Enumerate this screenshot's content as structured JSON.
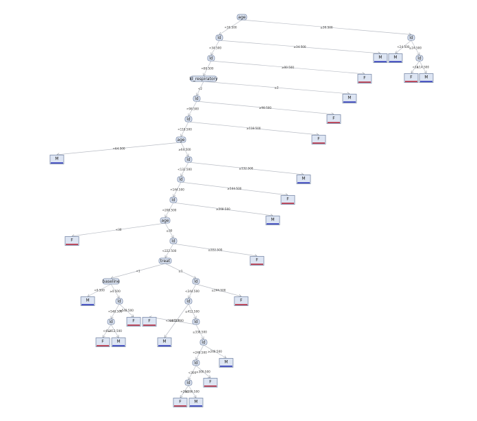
{
  "tree": {
    "nodes": [
      {
        "id": "n1",
        "label": "age"
      },
      {
        "id": "n2",
        "label": "ld"
      },
      {
        "id": "n3",
        "label": "ld"
      },
      {
        "id": "n4",
        "label": "ld_respiratory"
      },
      {
        "id": "n5",
        "label": "ld"
      },
      {
        "id": "n6",
        "label": "ld"
      },
      {
        "id": "n7",
        "label": "age"
      },
      {
        "id": "n8",
        "label": "ld"
      },
      {
        "id": "n9",
        "label": "ld"
      },
      {
        "id": "n10",
        "label": "ld"
      },
      {
        "id": "n11",
        "label": "age"
      },
      {
        "id": "n12",
        "label": "ld"
      },
      {
        "id": "n13",
        "label": "treat"
      },
      {
        "id": "n14",
        "label": "baseline"
      },
      {
        "id": "n15",
        "label": "ld"
      },
      {
        "id": "n16",
        "label": "ld"
      },
      {
        "id": "n17",
        "label": "ld"
      },
      {
        "id": "n18",
        "label": "ld"
      },
      {
        "id": "n19",
        "label": "ld"
      },
      {
        "id": "n20",
        "label": "ld"
      },
      {
        "id": "n21",
        "label": "ld"
      },
      {
        "id": "n22",
        "label": "ld"
      },
      {
        "id": "n23",
        "label": "ld"
      }
    ],
    "leaves": [
      {
        "id": "l1",
        "label": "M",
        "class": "M"
      },
      {
        "id": "l2",
        "label": "F",
        "class": "F"
      },
      {
        "id": "l3",
        "label": "F",
        "class": "F"
      },
      {
        "id": "l4",
        "label": "M",
        "class": "M"
      },
      {
        "id": "l5",
        "label": "F",
        "class": "F"
      },
      {
        "id": "l6",
        "label": "M",
        "class": "M"
      },
      {
        "id": "l7",
        "label": "M",
        "class": "M"
      },
      {
        "id": "l8",
        "label": "F",
        "class": "F"
      },
      {
        "id": "l9",
        "label": "M",
        "class": "M"
      },
      {
        "id": "l10",
        "label": "F",
        "class": "F"
      },
      {
        "id": "l11",
        "label": "M",
        "class": "M"
      },
      {
        "id": "l12",
        "label": "F",
        "class": "F"
      },
      {
        "id": "l13",
        "label": "F",
        "class": "F"
      },
      {
        "id": "l14",
        "label": "M",
        "class": "M"
      },
      {
        "id": "l15",
        "label": "F",
        "class": "F"
      },
      {
        "id": "l16",
        "label": "F",
        "class": "F"
      },
      {
        "id": "l17",
        "label": "F",
        "class": "F"
      },
      {
        "id": "l18",
        "label": "F",
        "class": "F"
      },
      {
        "id": "l19",
        "label": "M",
        "class": "M"
      },
      {
        "id": "l20",
        "label": "F",
        "class": "F"
      },
      {
        "id": "l21",
        "label": "M",
        "class": "M"
      },
      {
        "id": "l22",
        "label": "M",
        "class": "M"
      },
      {
        "id": "l23",
        "label": "M",
        "class": "M"
      },
      {
        "id": "l24",
        "label": "F",
        "class": "F"
      },
      {
        "id": "l25",
        "label": "F",
        "class": "F"
      },
      {
        "id": "l26",
        "label": "M",
        "class": "M"
      }
    ],
    "edges": [
      {
        "from": "n1",
        "to": "n2",
        "label": "<30.500"
      },
      {
        "from": "n1",
        "to": "n16",
        "label": "≥30.500"
      },
      {
        "from": "n16",
        "to": "l22",
        "label": "<24.500"
      },
      {
        "from": "n16",
        "to": "n17",
        "label": "≥24.500"
      },
      {
        "from": "n17",
        "to": "l24",
        "label": "<14"
      },
      {
        "from": "n17",
        "to": "l23",
        "label": "≥14.500"
      },
      {
        "from": "n2",
        "to": "n3",
        "label": "<34.500"
      },
      {
        "from": "n2",
        "to": "l21",
        "label": "≥34.500"
      },
      {
        "from": "n3",
        "to": "n4",
        "label": "<80.500"
      },
      {
        "from": "n3",
        "to": "l20",
        "label": "≥80.500"
      },
      {
        "from": "n4",
        "to": "n5",
        "label": "<2"
      },
      {
        "from": "n4",
        "to": "l19",
        "label": "≥2"
      },
      {
        "from": "n5",
        "to": "n6",
        "label": "<98.500"
      },
      {
        "from": "n5",
        "to": "l18",
        "label": "≥98.500"
      },
      {
        "from": "n6",
        "to": "n7",
        "label": "<118.500"
      },
      {
        "from": "n6",
        "to": "l17",
        "label": "≥118.500"
      },
      {
        "from": "n7",
        "to": "l1",
        "label": "<64.500"
      },
      {
        "from": "n7",
        "to": "n8",
        "label": "≥64.500"
      },
      {
        "from": "n8",
        "to": "n9",
        "label": "<132.500"
      },
      {
        "from": "n8",
        "to": "l6",
        "label": "≥132.500"
      },
      {
        "from": "n9",
        "to": "n10",
        "label": "<144.500"
      },
      {
        "from": "n9",
        "to": "l5",
        "label": "≥144.500"
      },
      {
        "from": "n10",
        "to": "n11",
        "label": "<208.500"
      },
      {
        "from": "n10",
        "to": "l4",
        "label": "≥208.500"
      },
      {
        "from": "n11",
        "to": "l2",
        "label": "<30"
      },
      {
        "from": "n11",
        "to": "n12",
        "label": "≥30"
      },
      {
        "from": "n12",
        "to": "n13",
        "label": "<222.500"
      },
      {
        "from": "n12",
        "to": "l3",
        "label": "≥222.500"
      },
      {
        "from": "n13",
        "to": "n14",
        "label": "<1"
      },
      {
        "from": "n13",
        "to": "n18",
        "label": "≥1"
      },
      {
        "from": "n14",
        "to": "l7",
        "label": "<0.500"
      },
      {
        "from": "n14",
        "to": "n15",
        "label": "≥0.500"
      },
      {
        "from": "n15",
        "to": "n23",
        "label": "<548.500"
      },
      {
        "from": "n15",
        "to": "l8",
        "label": "≥548.500"
      },
      {
        "from": "n23",
        "to": "l10",
        "label": "<412"
      },
      {
        "from": "n23",
        "to": "l11",
        "label": "≥412.500"
      },
      {
        "from": "n18",
        "to": "n19",
        "label": "<244.500"
      },
      {
        "from": "n18",
        "to": "l12",
        "label": "≥244.500"
      },
      {
        "from": "n19",
        "to": "l9",
        "label": "<412.500"
      },
      {
        "from": "n19",
        "to": "n20",
        "label": "≥412.500"
      },
      {
        "from": "n20",
        "to": "l13",
        "label": "<338.500"
      },
      {
        "from": "n20",
        "to": "n21",
        "label": "≥338.500"
      },
      {
        "from": "n21",
        "to": "n22",
        "label": "<248.500"
      },
      {
        "from": "n21",
        "to": "l14",
        "label": "≥248.500"
      },
      {
        "from": "n22",
        "to": "n24",
        "label": "<300"
      },
      {
        "from": "n22",
        "to": "l15",
        "label": "≥300.500"
      },
      {
        "from": "n24",
        "to": "l16",
        "label": "<286"
      },
      {
        "from": "n24",
        "to": "l26",
        "label": "≥286.500"
      }
    ],
    "extra_nodes": [
      {
        "id": "n24",
        "label": "ld"
      }
    ]
  },
  "colors": {
    "node_fill": "#dde5f3",
    "node_stroke": "#7a8aa8",
    "edge": "#b8bcc4",
    "class_M": "#2a35b8",
    "class_F": "#b3253a",
    "highlight_M_fill": "#3344ee"
  }
}
